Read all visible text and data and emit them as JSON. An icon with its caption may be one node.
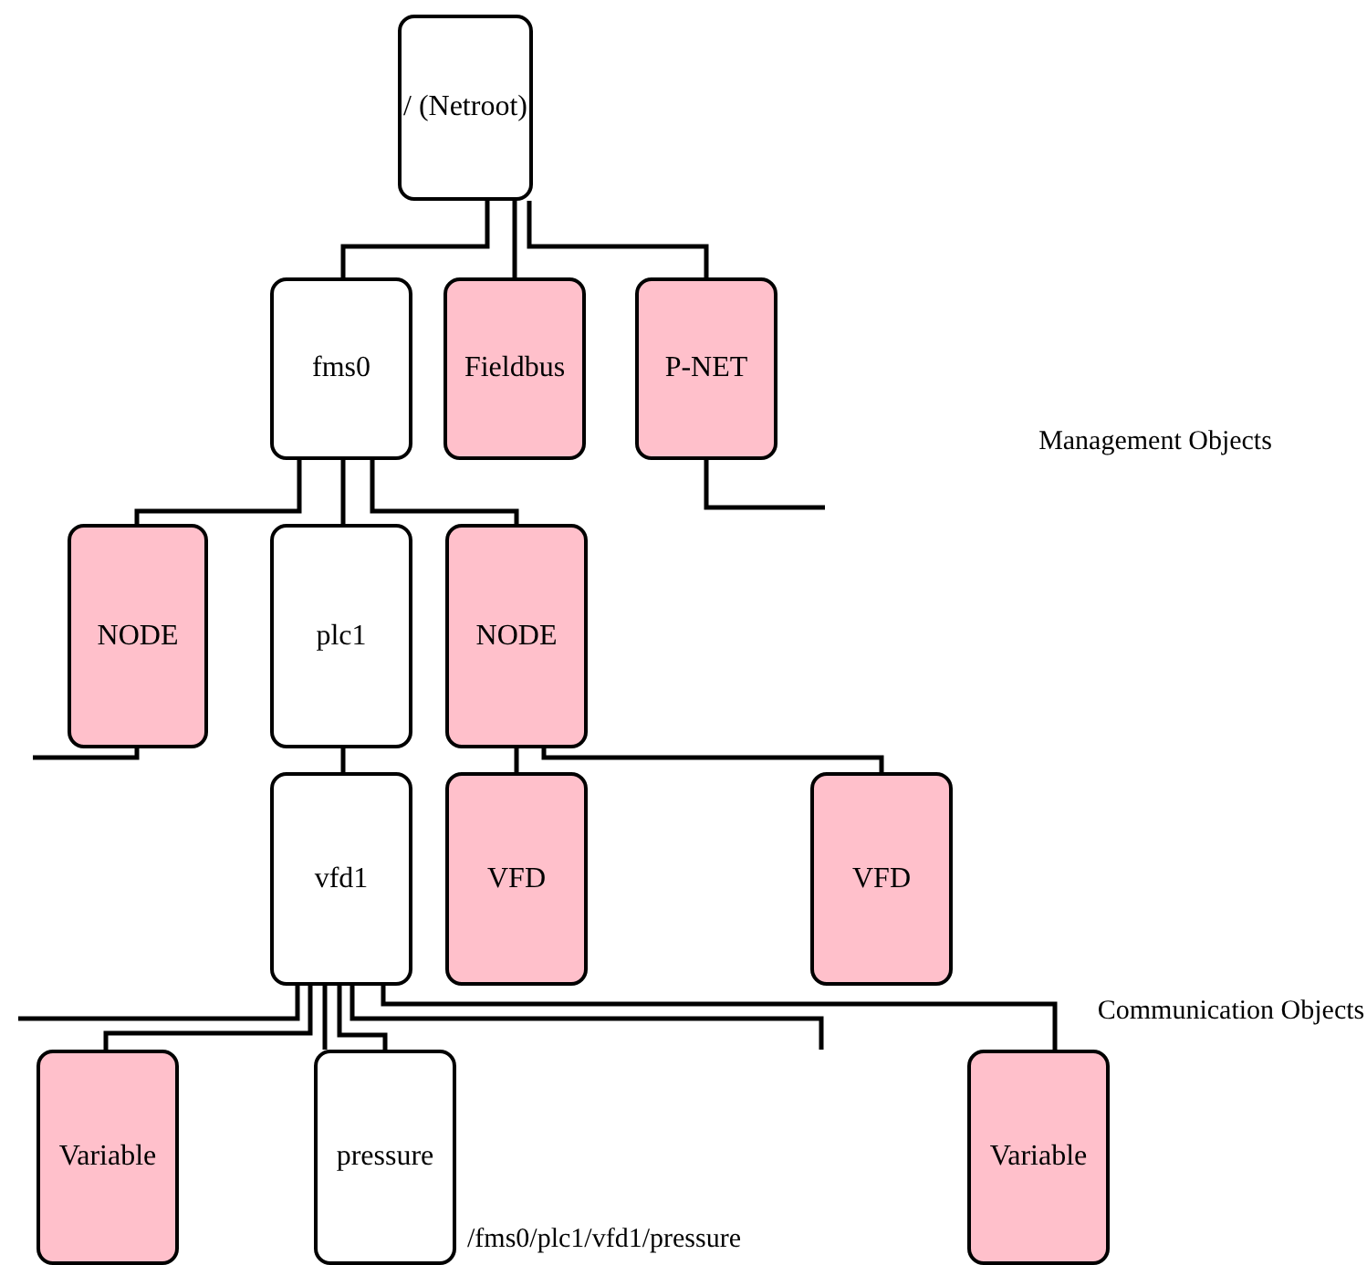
{
  "diagram": {
    "nodes": [
      {
        "text": [
          "/ (Netroot)"
        ]
      },
      {
        "text": [
          "fms0"
        ]
      },
      {
        "text": [
          "Fieldbus"
        ]
      },
      {
        "text": [
          "P-NET"
        ]
      },
      {
        "text": [
          "NODE"
        ]
      },
      {
        "text": [
          "plc1"
        ]
      },
      {
        "text": [
          "NODE"
        ]
      },
      {
        "text": [
          "vfd1"
        ]
      },
      {
        "text": [
          "VFD"
        ]
      },
      {
        "text": [
          "VFD"
        ]
      },
      {
        "text": [
          "Variable"
        ]
      },
      {
        "text": [
          "pressure"
        ],
        "beside": [
          "/fms0/plc1/vfd1/pressure"
        ]
      },
      {
        "text": [
          "Variable"
        ]
      }
    ],
    "edges": [
      {
        "from": 0,
        "to": 1,
        "arrow": "none"
      },
      {
        "from": 0,
        "to": 2,
        "arrow": "none"
      },
      {
        "from": 0,
        "to": 3,
        "arrow": "none"
      },
      {
        "from": 1,
        "to": 4,
        "arrow": "none"
      },
      {
        "from": 1,
        "to": 5,
        "arrow": "none"
      },
      {
        "from": 1,
        "to": 6,
        "arrow": "none"
      },
      {
        "from": 3,
        "to": null,
        "arrow": "none"
      },
      {
        "from": 4,
        "to": null,
        "arrow": "none"
      },
      {
        "from": 5,
        "to": 7,
        "arrow": "none"
      },
      {
        "from": 6,
        "to": 8,
        "arrow": "none"
      },
      {
        "from": 6,
        "to": 9,
        "arrow": "none"
      },
      {
        "from": 7,
        "to": null,
        "arrow": "none"
      },
      {
        "from": 7,
        "to": 10,
        "arrow": "none"
      },
      {
        "from": 7,
        "to": 11,
        "arrow": "none"
      },
      {
        "from": 7,
        "to": 11,
        "arrow": "none"
      },
      {
        "from": 7,
        "to": null,
        "arrow": "none"
      },
      {
        "from": 7,
        "to": 12,
        "arrow": "none"
      }
    ],
    "labels": [
      "Management Objects",
      "Communication Objects"
    ]
  }
}
